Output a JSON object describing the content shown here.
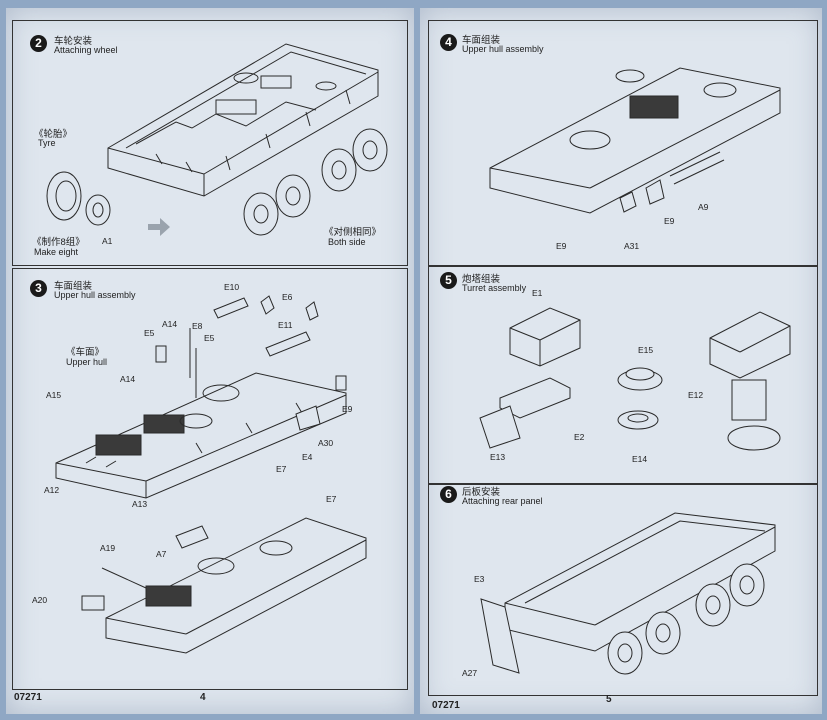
{
  "left_page": {
    "footer_code": "07271",
    "page_number": "4",
    "step2": {
      "number": "2",
      "title_cn": "车轮安装",
      "title_en": "Attaching wheel",
      "labels": {
        "tyre_cn": "《轮胎》",
        "tyre_en": "Tyre",
        "make_eight_cn": "《制作8组》",
        "make_eight_en": "Make eight",
        "a1": "A1",
        "both_side_cn": "《对侧相同》",
        "both_side_en": "Both side"
      }
    },
    "step3": {
      "number": "3",
      "title_cn": "车面组装",
      "title_en": "Upper hull assembly",
      "labels": {
        "upper_hull_cn": "《车面》",
        "upper_hull_en": "Upper hull",
        "a15": "A15",
        "a14a": "A14",
        "a14b": "A14",
        "e5a": "E5",
        "e8": "E8",
        "e5b": "E5",
        "e10": "E10",
        "e6": "E6",
        "e11": "E11",
        "e9": "E9",
        "a30": "A30",
        "a12": "A12",
        "a13": "A13",
        "e7a": "E7",
        "e4": "E4",
        "e7b": "E7",
        "a19": "A19",
        "a7": "A7",
        "a20": "A20"
      }
    }
  },
  "right_page": {
    "footer_code": "07271",
    "page_number": "5",
    "step4": {
      "number": "4",
      "title_cn": "车面组装",
      "title_en": "Upper hull assembly",
      "labels": {
        "a9": "A9",
        "e9a": "E9",
        "e9b": "E9",
        "a31": "A31"
      }
    },
    "step5": {
      "number": "5",
      "title_cn": "炮塔组装",
      "title_en": "Turret assembly",
      "labels": {
        "e1": "E1",
        "e15": "E15",
        "e12": "E12",
        "e2": "E2",
        "e13": "E13",
        "e14": "E14"
      }
    },
    "step6": {
      "number": "6",
      "title_cn": "后板安装",
      "title_en": "Attaching rear panel",
      "labels": {
        "e3": "E3",
        "a27": "A27"
      }
    }
  },
  "colors": {
    "background": "#8fa7c4",
    "paper": "#dfe6ee",
    "line": "#2a2a2a",
    "badge": "#1a1a1a"
  }
}
